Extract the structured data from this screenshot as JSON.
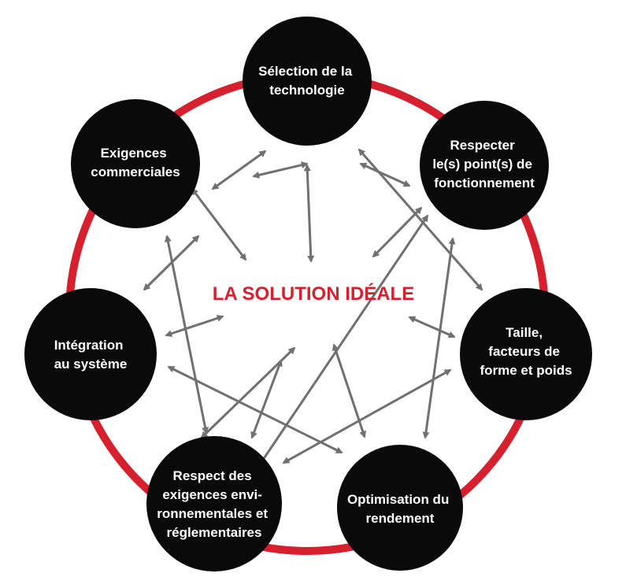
{
  "center": {
    "label": "LA SOLUTION IDÉALE",
    "color": "#d6202e"
  },
  "colors": {
    "ring": "#d6202e",
    "node": "#0a0a0a",
    "arrow": "#707070",
    "node_text": "#ffffff"
  },
  "nodes": [
    {
      "id": "technologie",
      "lines": [
        "Sélection de la",
        "technologie"
      ]
    },
    {
      "id": "points-fonctionnement",
      "lines": [
        "Respecter",
        "le(s) point(s) de",
        "fonctionnement"
      ]
    },
    {
      "id": "taille",
      "lines": [
        "Taille,",
        "facteurs de",
        "forme et poids"
      ]
    },
    {
      "id": "rendement",
      "lines": [
        "Optimisation du",
        "rendement"
      ]
    },
    {
      "id": "environnement",
      "lines": [
        "Respect des",
        "exigences envi-",
        "ronnementales et",
        "réglementaires"
      ]
    },
    {
      "id": "integration",
      "lines": [
        "Intégration",
        "au système"
      ]
    },
    {
      "id": "commerciales",
      "lines": [
        "Exigences",
        "commerciales"
      ]
    }
  ]
}
